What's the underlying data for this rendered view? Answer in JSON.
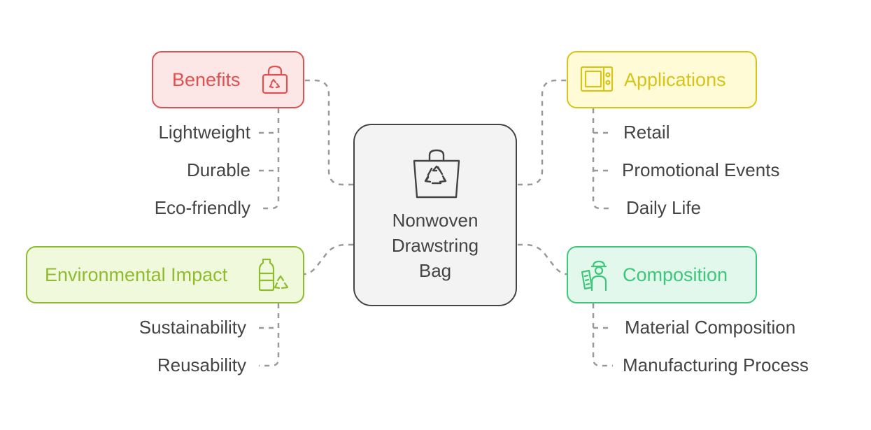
{
  "center": {
    "lines": [
      "Nonwoven",
      "Drawstring",
      "Bag"
    ],
    "icon": "recycle-bag-icon"
  },
  "branches": {
    "benefits": {
      "label": "Benefits",
      "color": "#e05252",
      "fill": "#fde6e6",
      "icon": "recycle-lock-icon",
      "items": [
        "Lightweight",
        "Durable",
        "Eco-friendly"
      ]
    },
    "applications": {
      "label": "Applications",
      "color": "#d6c418",
      "fill": "#fffbd6",
      "icon": "microwave-icon",
      "items": [
        "Retail",
        "Promotional Events",
        "Daily Life"
      ]
    },
    "environmental": {
      "label": "Environmental Impact",
      "color": "#8fbc2f",
      "fill": "#f1f9dc",
      "icon": "bottle-recycle-icon",
      "items": [
        "Sustainability",
        "Reusability"
      ]
    },
    "composition": {
      "label": "Composition",
      "color": "#3ec77b",
      "fill": "#e3f8ec",
      "icon": "worker-icon",
      "items": [
        "Material Composition",
        "Manufacturing Process"
      ]
    }
  },
  "connector_color": "#999999"
}
